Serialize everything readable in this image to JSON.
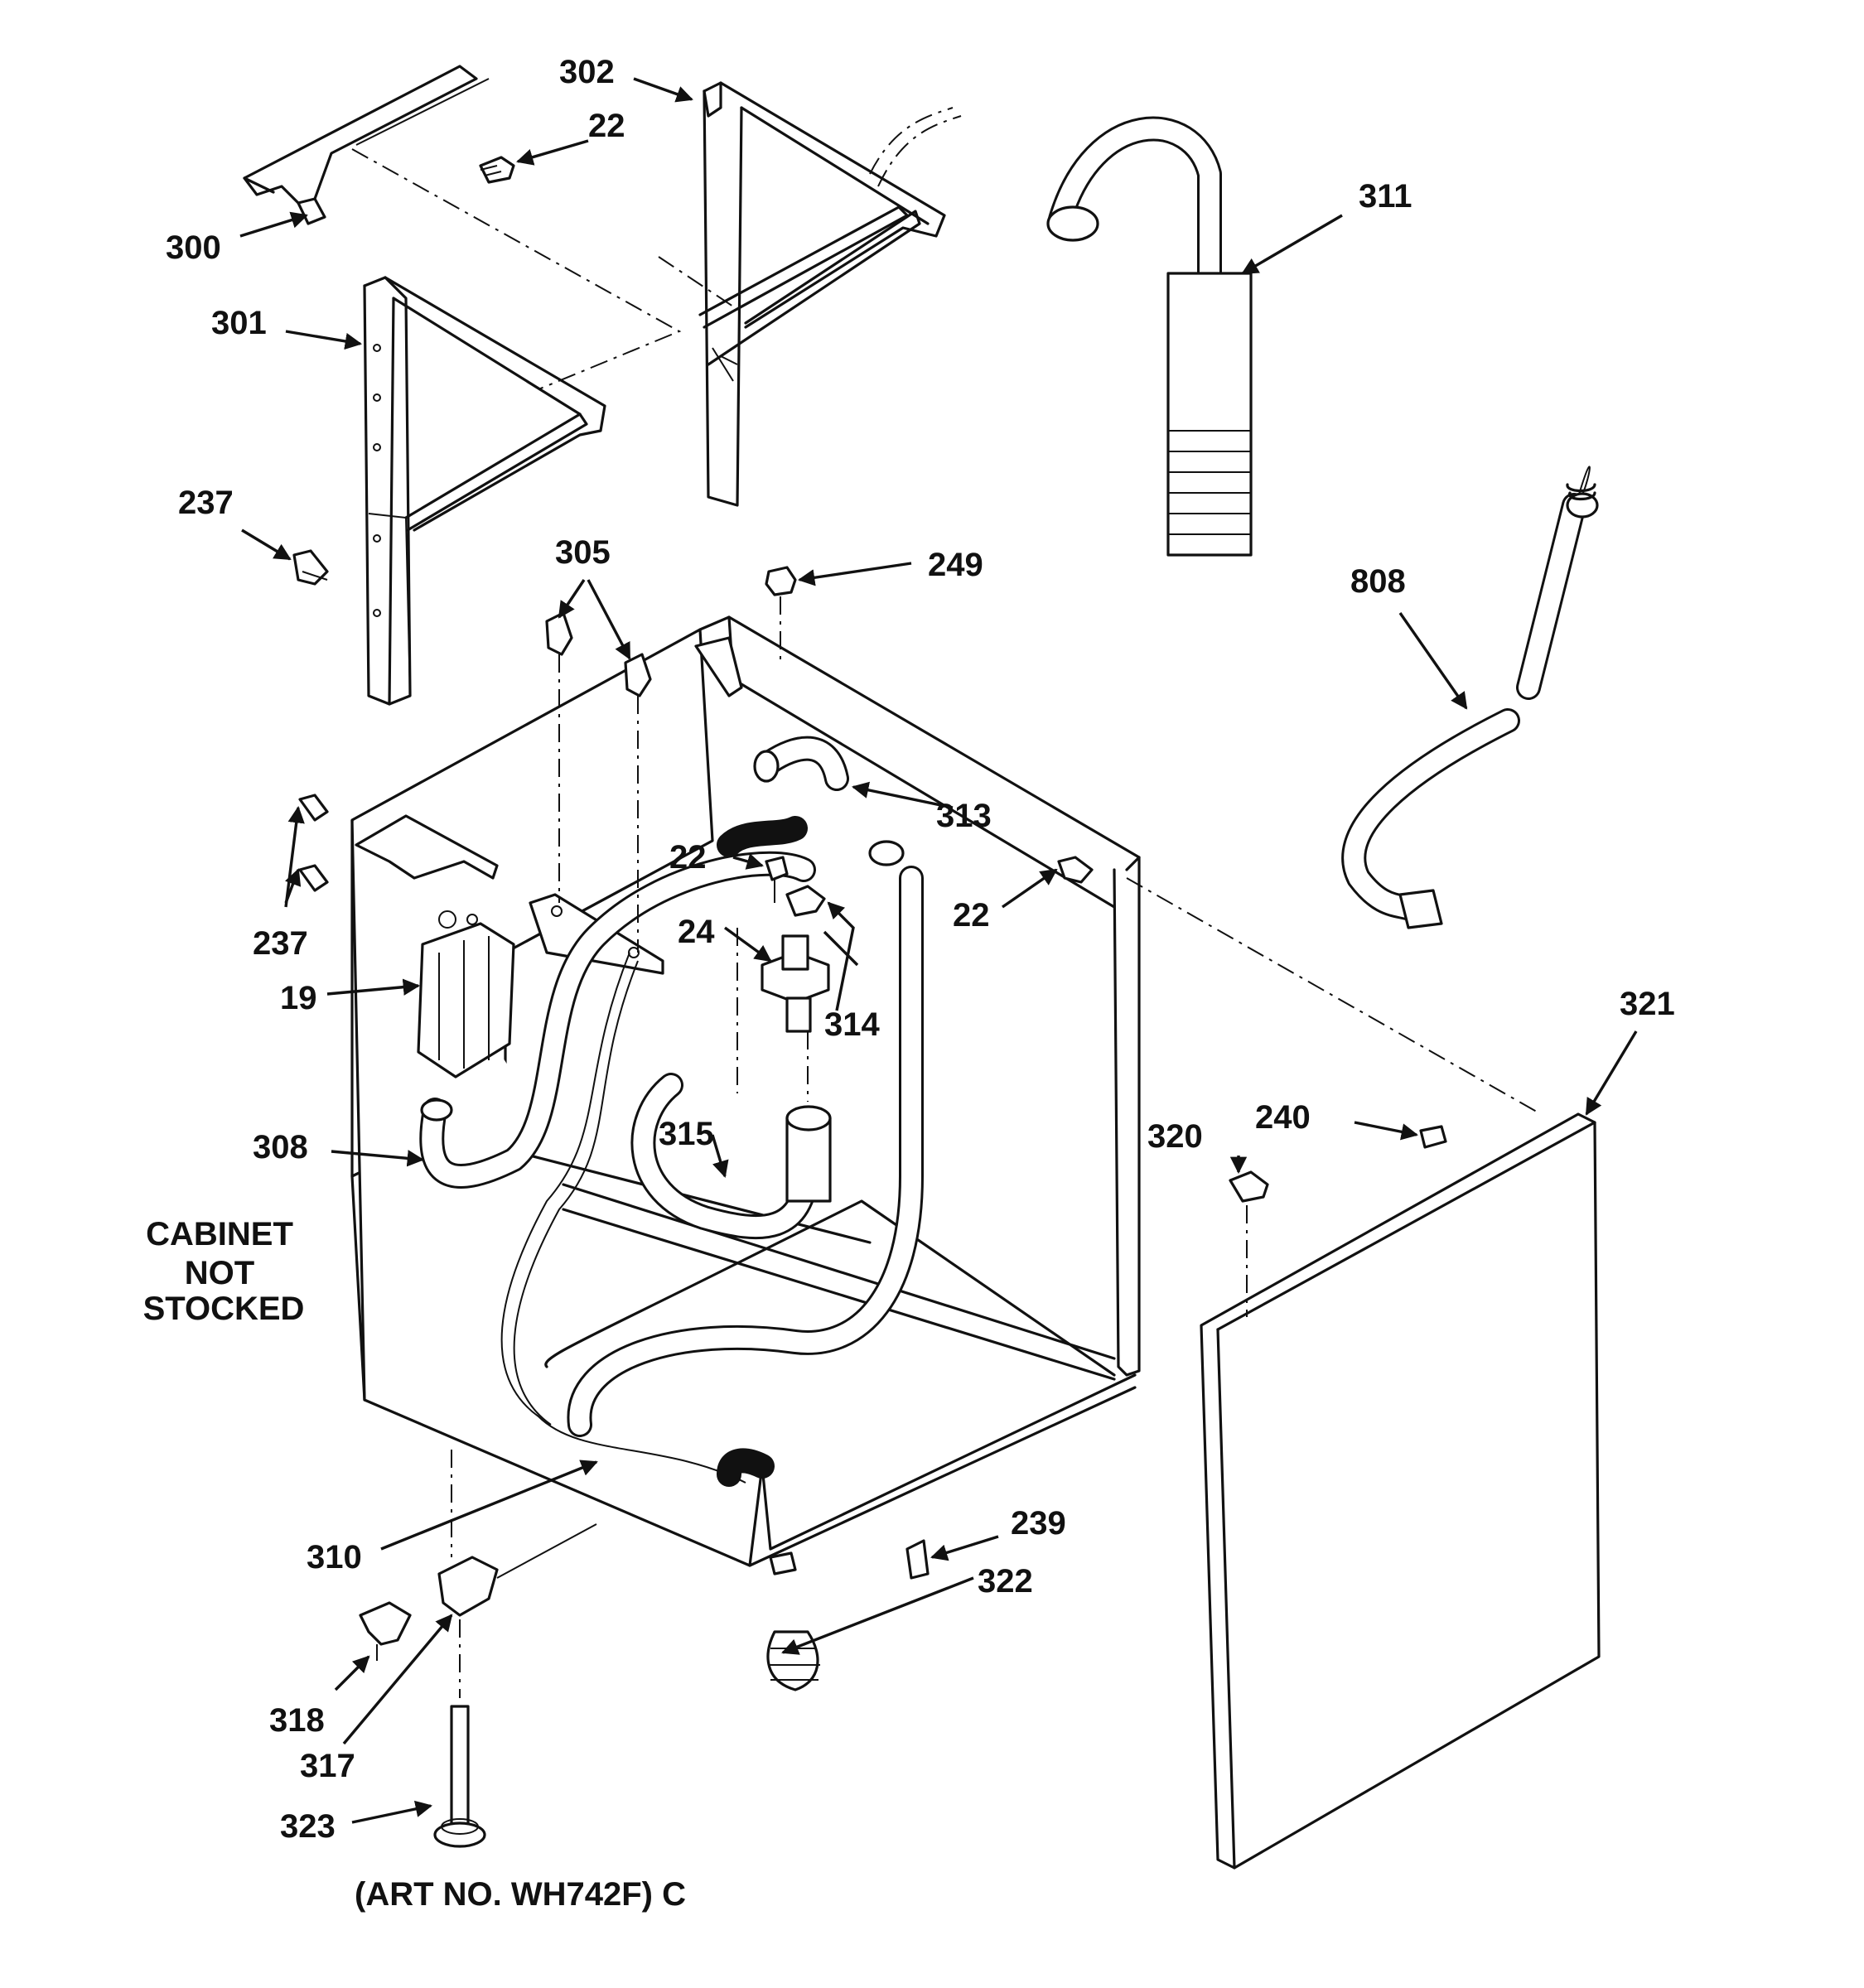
{
  "callouts": {
    "c22a": "22",
    "c22b": "22",
    "c22c": "22",
    "c24": "24",
    "c19": "19",
    "c237a": "237",
    "c237b": "237",
    "c239": "239",
    "c240": "240",
    "c249": "249",
    "c300": "300",
    "c301": "301",
    "c302": "302",
    "c305": "305",
    "c308": "308",
    "c310": "310",
    "c311": "311",
    "c313": "313",
    "c314": "314",
    "c315": "315",
    "c317": "317",
    "c318": "318",
    "c320": "320",
    "c321": "321",
    "c322": "322",
    "c323": "323",
    "c808": "808"
  },
  "notes": {
    "cabinet_line1": "CABINET",
    "cabinet_line2": "NOT",
    "cabinet_line3": "STOCKED",
    "art_number": "(ART NO. WH742F) C"
  }
}
